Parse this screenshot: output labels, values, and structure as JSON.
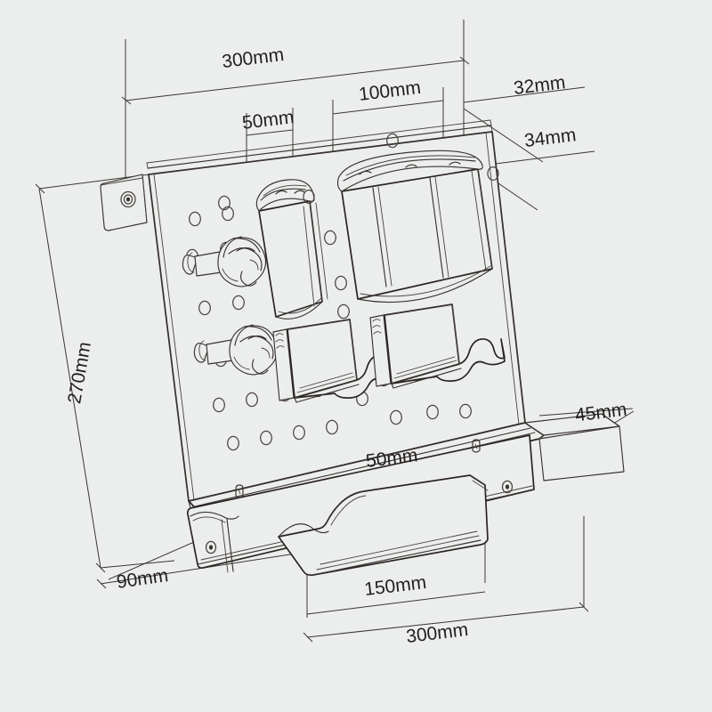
{
  "drawing": {
    "title": "Wall-Mounted Pegboard Tool Organizer — Dimensioned Line Drawing",
    "background_color": "#eceeed",
    "line_color": "#3a3330",
    "text_color": "#231f1e",
    "units": "mm",
    "projection": "isometric-perspective line art"
  },
  "dimensions": {
    "top_overall_width": "300mm",
    "top_small_cup_width": "50mm",
    "top_large_bin_width": "100mm",
    "right_upper_depth": "32mm",
    "right_lower_depth": "34mm",
    "left_height": "270mm",
    "right_shelf_depth": "45mm",
    "mid_shelf_segment": "50mm",
    "bottom_left_depth": "90mm",
    "bottom_tray_width": "150mm",
    "bottom_overall_width": "300mm"
  },
  "components": {
    "backplate": "perforated pegboard backplate",
    "mounting_tab": "top-left wall mounting tab with screw hole",
    "small_cup": "small open cup holder",
    "large_bin": "large divided bin holder",
    "tool_holder_left": "left tool holder with wavy cradle",
    "tool_holder_right": "right tool holder with wavy cradle",
    "hook_upper": "upper screwdriver clip hook",
    "hook_lower": "lower screwdriver clip hook",
    "bottom_shelf": "bottom folded shelf rail",
    "bottom_tray": "bottom curved catch tray"
  }
}
